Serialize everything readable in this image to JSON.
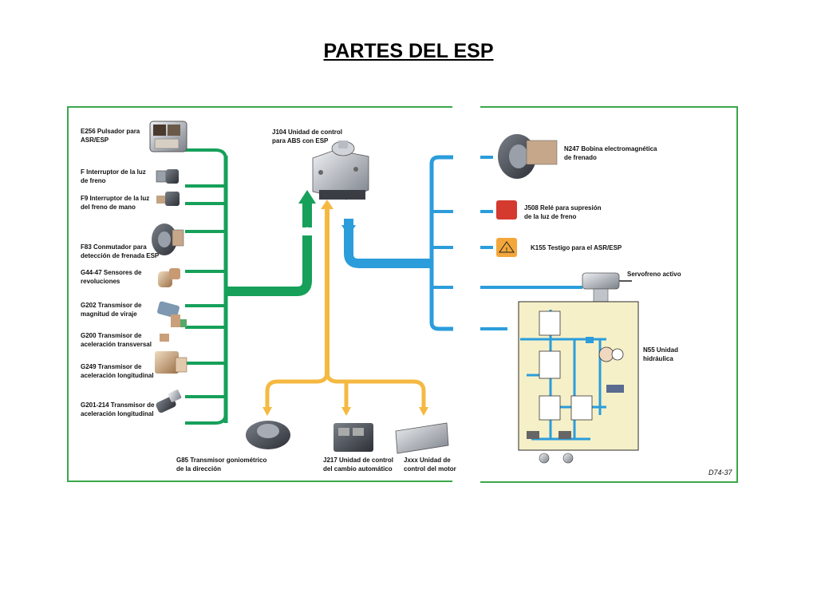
{
  "title": "PARTES DEL ESP",
  "figure_code": "D74-37",
  "colors": {
    "green": "#16a05a",
    "blue": "#2b9ddb",
    "yellow": "#f5b942",
    "hydraulic_bg": "#f6f0c8",
    "frame": "#3aa84a"
  },
  "inputs": [
    {
      "code": "E256",
      "lines": [
        "E256 Pulsador para",
        "ASR/ESP"
      ],
      "icon": "button-switch-icon"
    },
    {
      "code": "F",
      "lines": [
        "F Interruptor de la luz",
        "de freno"
      ],
      "icon": "brake-light-switch-icon"
    },
    {
      "code": "F9",
      "lines": [
        "F9 Interruptor de la luz",
        "del freno de mano"
      ],
      "icon": "handbrake-switch-icon"
    },
    {
      "code": "F83",
      "lines": [
        "F83 Conmutador para",
        "detección de frenada ESP"
      ],
      "icon": "brake-detection-switch-icon"
    },
    {
      "code": "G44-47",
      "lines": [
        "G44-47 Sensores de",
        "revoluciones"
      ],
      "icon": "speed-sensor-icon"
    },
    {
      "code": "G202",
      "lines": [
        "G202 Transmisor de",
        "magnitud de viraje"
      ],
      "icon": "yaw-rate-sensor-icon"
    },
    {
      "code": "G200",
      "lines": [
        "G200 Transmisor de",
        "aceleración transversal"
      ],
      "icon": "lateral-acceleration-sensor-icon"
    },
    {
      "code": "G249",
      "lines": [
        "G249 Transmisor de",
        "aceleración longitudinal"
      ],
      "icon": "longitudinal-acceleration-sensor-icon"
    },
    {
      "code": "G201-214",
      "lines": [
        "G201-214 Transmisor de",
        "aceleración longitudinal"
      ],
      "icon": "pressure-sensor-icon"
    }
  ],
  "control_unit": {
    "lines": [
      "J104 Unidad de control",
      "para ABS con ESP"
    ]
  },
  "bottom_units": [
    {
      "lines": [
        "G85 Transmisor goniométrico",
        "de la dirección"
      ],
      "icon": "steering-angle-sensor-icon"
    },
    {
      "lines": [
        "J217 Unidad de control",
        "del cambio automático"
      ],
      "icon": "gearbox-control-unit-icon"
    },
    {
      "lines": [
        "Jxxx Unidad de",
        "control del motor"
      ],
      "icon": "engine-control-unit-icon"
    }
  ],
  "outputs": [
    {
      "lines": [
        "N247 Bobina electromagnética",
        "de frenado"
      ],
      "icon": "brake-booster-coil-icon"
    },
    {
      "lines": [
        "J508 Relé para supresión",
        "de la luz de freno"
      ],
      "icon": "relay-icon"
    },
    {
      "lines": [
        "K155 Testigo para el ASR/ESP"
      ],
      "icon": "warning-lamp-icon"
    },
    {
      "lines": [
        "Servofreno activo"
      ],
      "icon": "active-servo-icon"
    },
    {
      "lines": [
        "N55 Unidad",
        "hidráulica"
      ],
      "icon": "hydraulic-unit-icon"
    }
  ]
}
